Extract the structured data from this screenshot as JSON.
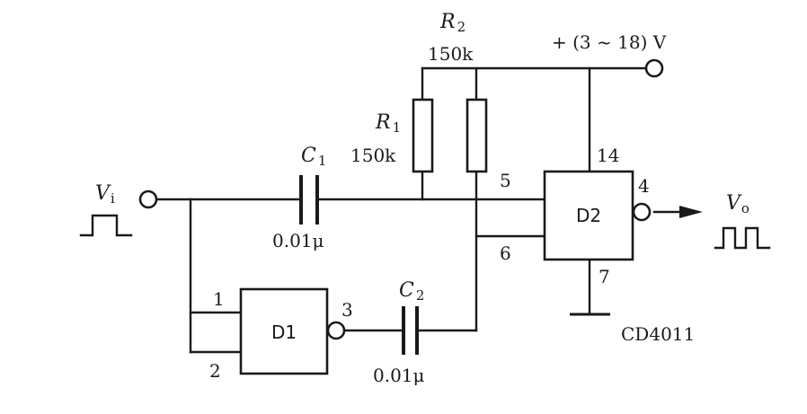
{
  "components": {
    "r1": {
      "name": "R",
      "index": "1",
      "value": "150k"
    },
    "r2": {
      "name": "R",
      "index": "2",
      "value": "150k"
    },
    "c1": {
      "name": "C",
      "index": "1",
      "value": "0.01μ"
    },
    "c2": {
      "name": "C",
      "index": "2",
      "value": "0.01μ"
    },
    "d1": {
      "label": "D1"
    },
    "d2": {
      "label": "D2"
    },
    "chip": "CD4011"
  },
  "supply": {
    "label": "+ (3 ~ 18) V"
  },
  "input": {
    "name": "V",
    "sub": "i"
  },
  "output": {
    "name": "V",
    "sub": "o"
  },
  "pins": {
    "d1_in1": "1",
    "d1_in2": "2",
    "d1_out": "3",
    "d2_out": "4",
    "d2_in5": "5",
    "d2_in6": "6",
    "d2_gnd": "7",
    "d2_vdd": "14"
  }
}
